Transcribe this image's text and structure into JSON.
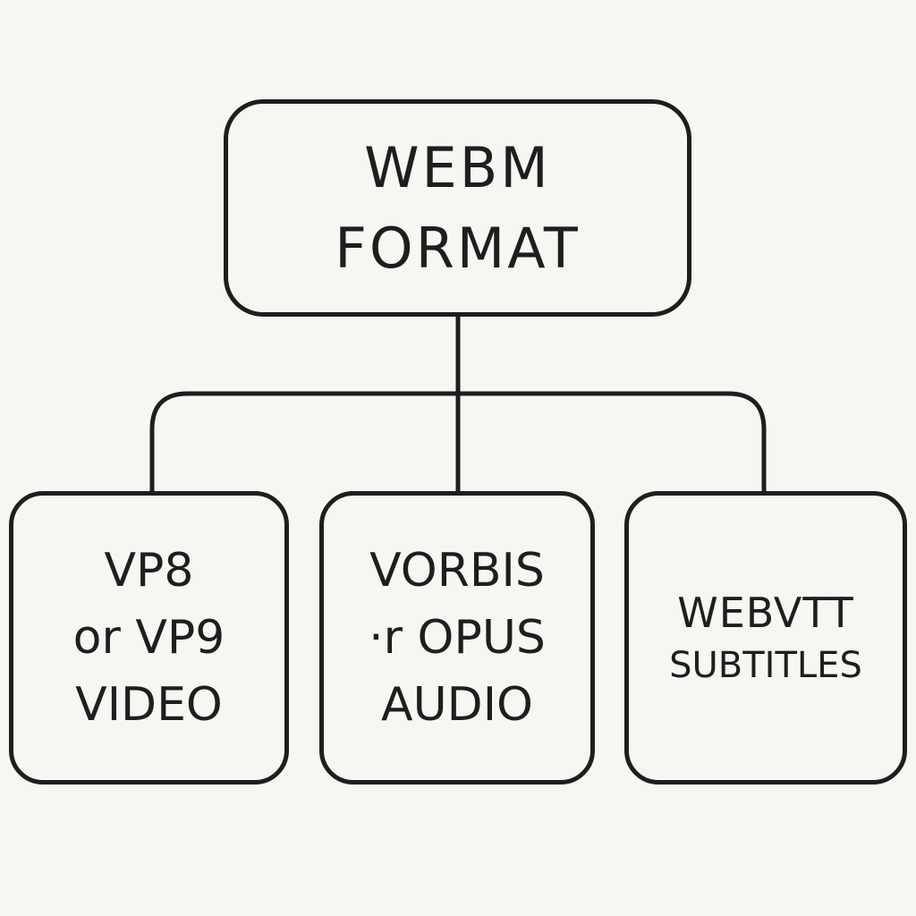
{
  "diagram": {
    "root": {
      "lines": [
        "WEBM",
        "FORMAT"
      ]
    },
    "children": [
      {
        "lines": [
          "VP8",
          "or VP9",
          "VIDEO"
        ]
      },
      {
        "lines": [
          "VORBIS",
          "·r OPUS",
          "AUDIO"
        ]
      },
      {
        "lines": [
          "WEBVTT",
          "SUBTITLES"
        ]
      }
    ]
  },
  "colors": {
    "stroke": "#1e1e1e",
    "background": "#f6f6f2"
  }
}
